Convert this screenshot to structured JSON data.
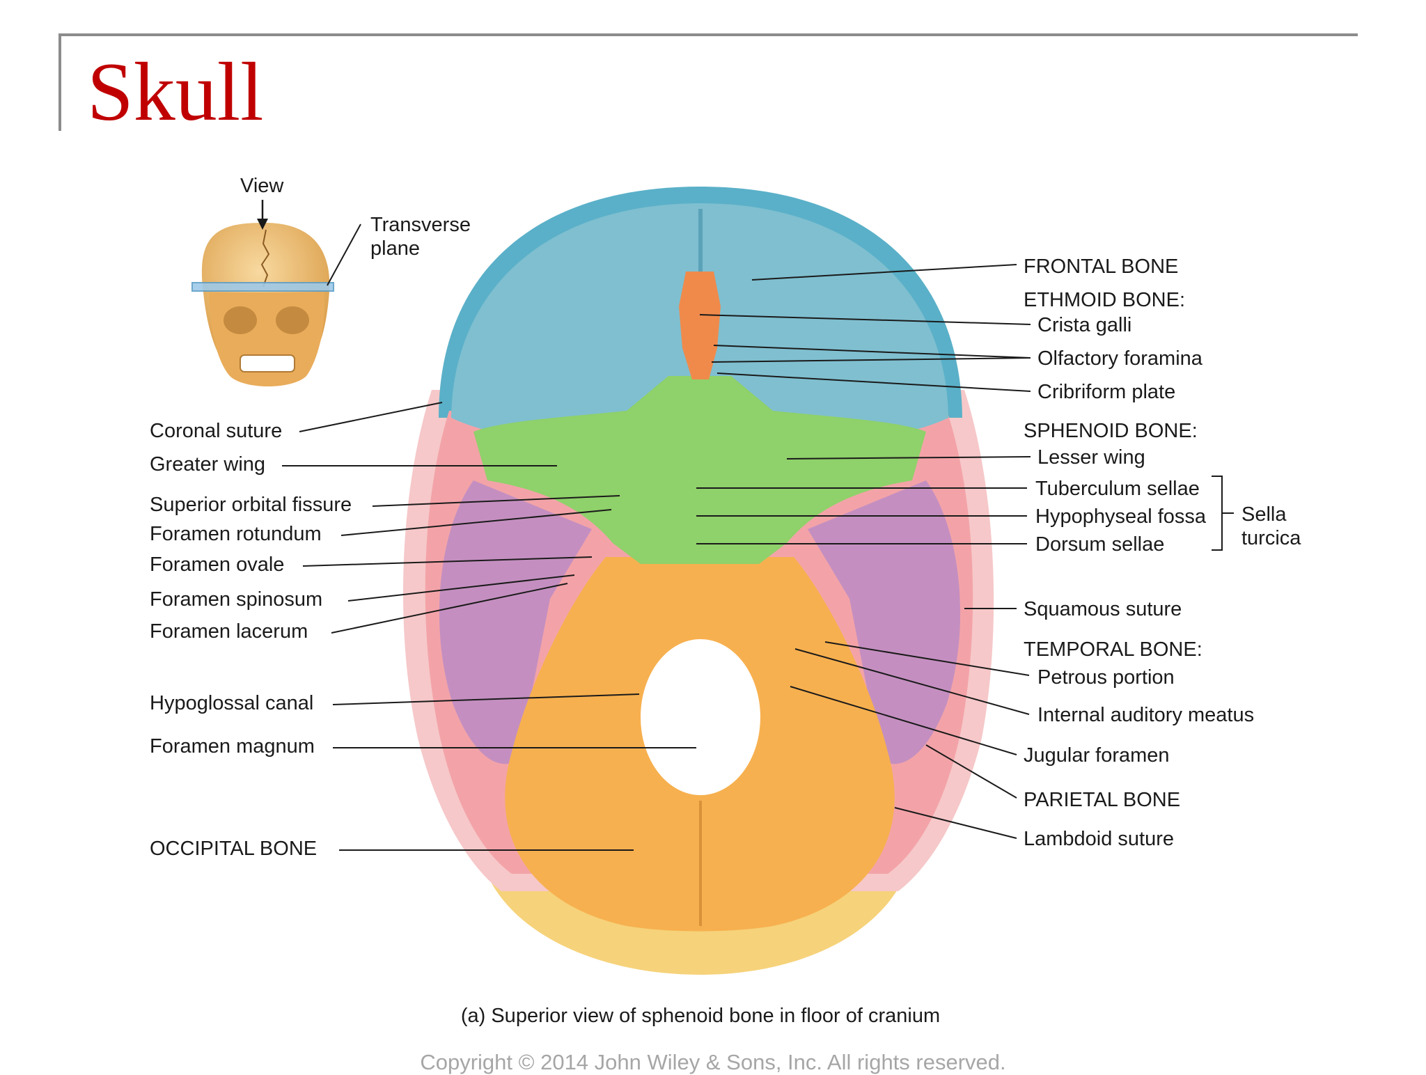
{
  "slide": {
    "title": "Skull",
    "copyright": "Copyright © 2014 John Wiley & Sons, Inc. All rights reserved."
  },
  "figure": {
    "caption": "(a) Superior view of sphenoid bone in floor of cranium",
    "inset": {
      "view_label": "View",
      "plane_label_line1": "Transverse",
      "plane_label_line2": "plane"
    },
    "left_labels": [
      "Coronal suture",
      "Greater wing",
      "Superior orbital fissure",
      "Foramen rotundum",
      "Foramen ovale",
      "Foramen spinosum",
      "Foramen lacerum",
      "Hypoglossal canal",
      "Foramen magnum",
      "OCCIPITAL BONE"
    ],
    "right_labels": {
      "frontal_bone": "FRONTAL BONE",
      "ethmoid_bone": "ETHMOID BONE:",
      "crista_galli": "Crista galli",
      "olfactory_foramina": "Olfactory foramina",
      "cribriform_plate": "Cribriform plate",
      "sphenoid_bone": "SPHENOID BONE:",
      "lesser_wing": "Lesser wing",
      "tuberculum_sellae": "Tuberculum sellae",
      "hypophyseal_fossa": "Hypophyseal fossa",
      "dorsum_sellae": "Dorsum sellae",
      "sella_line1": "Sella",
      "sella_line2": "turcica",
      "squamous_suture": "Squamous suture",
      "temporal_bone": "TEMPORAL BONE:",
      "petrous_portion": "Petrous portion",
      "internal_auditory_meatus": "Internal auditory meatus",
      "jugular_foramen": "Jugular foramen",
      "parietal_bone": "PARIETAL BONE",
      "lambdoid_suture": "Lambdoid suture"
    },
    "colors": {
      "frontal": "#7fbfd0",
      "frontal_rim": "#5ab0c8",
      "ethmoid": "#f08a4b",
      "sphenoid": "#8fd16a",
      "temporal": "#c48fc0",
      "occipital": "#f7b04f",
      "parietal": "#f3a3a8",
      "parietal_rim": "#f6c8c9",
      "occipital_rim": "#f6d27a",
      "title": "#c00000"
    }
  }
}
